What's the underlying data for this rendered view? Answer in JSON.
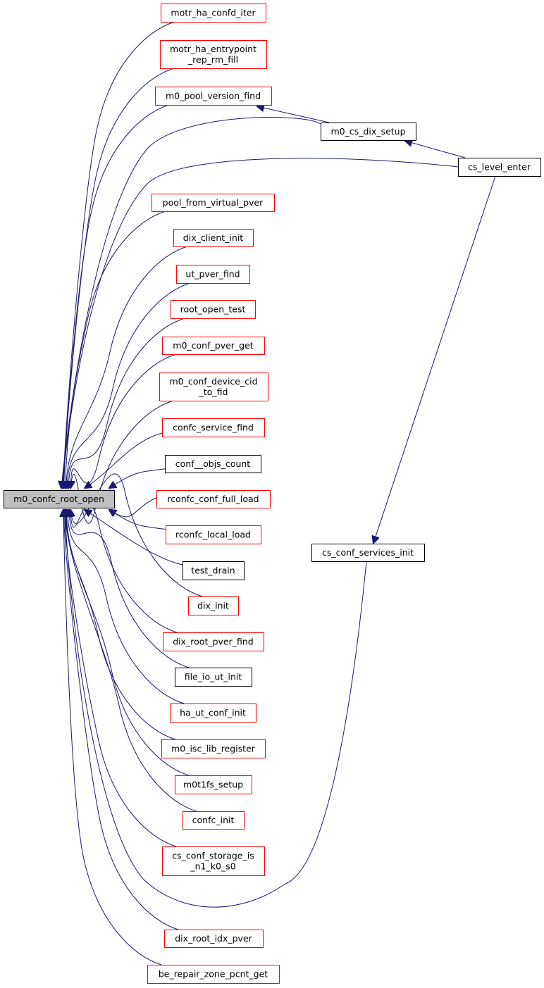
{
  "graph": {
    "root": "n0",
    "colors": {
      "edge": "#191970",
      "red_border": "#ff0000",
      "black_border": "#000000",
      "root_fill": "#bfbfbf"
    },
    "nodes": [
      {
        "id": "n0",
        "lines": [
          "m0_confc_root_open"
        ],
        "style": "root"
      },
      {
        "id": "n1",
        "lines": [
          "motr_ha_confd_iter"
        ],
        "style": "red"
      },
      {
        "id": "n2",
        "lines": [
          "motr_ha_entrypoint",
          "_rep_rm_fill"
        ],
        "style": "red"
      },
      {
        "id": "n3",
        "lines": [
          "m0_pool_version_find"
        ],
        "style": "red"
      },
      {
        "id": "n4",
        "lines": [
          "m0_cs_dix_setup"
        ],
        "style": "black"
      },
      {
        "id": "n5",
        "lines": [
          "cs_level_enter"
        ],
        "style": "black"
      },
      {
        "id": "n6",
        "lines": [
          "pool_from_virtual_pver"
        ],
        "style": "red"
      },
      {
        "id": "n7",
        "lines": [
          "dix_client_init"
        ],
        "style": "red"
      },
      {
        "id": "n8",
        "lines": [
          "ut_pver_find"
        ],
        "style": "red"
      },
      {
        "id": "n9",
        "lines": [
          "root_open_test"
        ],
        "style": "red"
      },
      {
        "id": "n10",
        "lines": [
          "m0_conf_pver_get"
        ],
        "style": "red"
      },
      {
        "id": "n11",
        "lines": [
          "m0_conf_device_cid",
          "_to_fid"
        ],
        "style": "red"
      },
      {
        "id": "n12",
        "lines": [
          "confc_service_find"
        ],
        "style": "red"
      },
      {
        "id": "n13",
        "lines": [
          "conf__objs_count"
        ],
        "style": "black"
      },
      {
        "id": "n14",
        "lines": [
          "rconfc_conf_full_load"
        ],
        "style": "red"
      },
      {
        "id": "n15",
        "lines": [
          "rconfc_local_load"
        ],
        "style": "red"
      },
      {
        "id": "n16",
        "lines": [
          "cs_conf_services_init"
        ],
        "style": "black"
      },
      {
        "id": "n17",
        "lines": [
          "test_drain"
        ],
        "style": "black"
      },
      {
        "id": "n18",
        "lines": [
          "dix_init"
        ],
        "style": "red"
      },
      {
        "id": "n19",
        "lines": [
          "dix_root_pver_find"
        ],
        "style": "red"
      },
      {
        "id": "n20",
        "lines": [
          "file_io_ut_init"
        ],
        "style": "black"
      },
      {
        "id": "n21",
        "lines": [
          "ha_ut_conf_init"
        ],
        "style": "red"
      },
      {
        "id": "n22",
        "lines": [
          "m0_isc_lib_register"
        ],
        "style": "red"
      },
      {
        "id": "n23",
        "lines": [
          "m0t1fs_setup"
        ],
        "style": "red"
      },
      {
        "id": "n24",
        "lines": [
          "confc_init"
        ],
        "style": "red"
      },
      {
        "id": "n25",
        "lines": [
          "cs_conf_storage_is",
          "_n1_k0_s0"
        ],
        "style": "red"
      },
      {
        "id": "n26",
        "lines": [
          "dix_root_idx_pver"
        ],
        "style": "red"
      },
      {
        "id": "n27",
        "lines": [
          "be_repair_zone_pcnt_get"
        ],
        "style": "red"
      }
    ],
    "edges": [
      {
        "from": "n1",
        "to": "n0"
      },
      {
        "from": "n2",
        "to": "n0"
      },
      {
        "from": "n3",
        "to": "n0"
      },
      {
        "from": "n4",
        "to": "n0"
      },
      {
        "from": "n5",
        "to": "n0"
      },
      {
        "from": "n6",
        "to": "n0"
      },
      {
        "from": "n7",
        "to": "n0"
      },
      {
        "from": "n8",
        "to": "n0"
      },
      {
        "from": "n9",
        "to": "n0"
      },
      {
        "from": "n10",
        "to": "n0"
      },
      {
        "from": "n11",
        "to": "n0"
      },
      {
        "from": "n12",
        "to": "n0"
      },
      {
        "from": "n13",
        "to": "n0"
      },
      {
        "from": "n14",
        "to": "n0"
      },
      {
        "from": "n15",
        "to": "n0"
      },
      {
        "from": "n16",
        "to": "n0"
      },
      {
        "from": "n17",
        "to": "n0"
      },
      {
        "from": "n18",
        "to": "n0"
      },
      {
        "from": "n19",
        "to": "n0"
      },
      {
        "from": "n20",
        "to": "n0"
      },
      {
        "from": "n21",
        "to": "n0"
      },
      {
        "from": "n22",
        "to": "n0"
      },
      {
        "from": "n23",
        "to": "n0"
      },
      {
        "from": "n24",
        "to": "n0"
      },
      {
        "from": "n25",
        "to": "n0"
      },
      {
        "from": "n26",
        "to": "n0"
      },
      {
        "from": "n27",
        "to": "n0"
      },
      {
        "from": "n4",
        "to": "n3"
      },
      {
        "from": "n5",
        "to": "n4"
      },
      {
        "from": "n5",
        "to": "n16"
      }
    ]
  }
}
